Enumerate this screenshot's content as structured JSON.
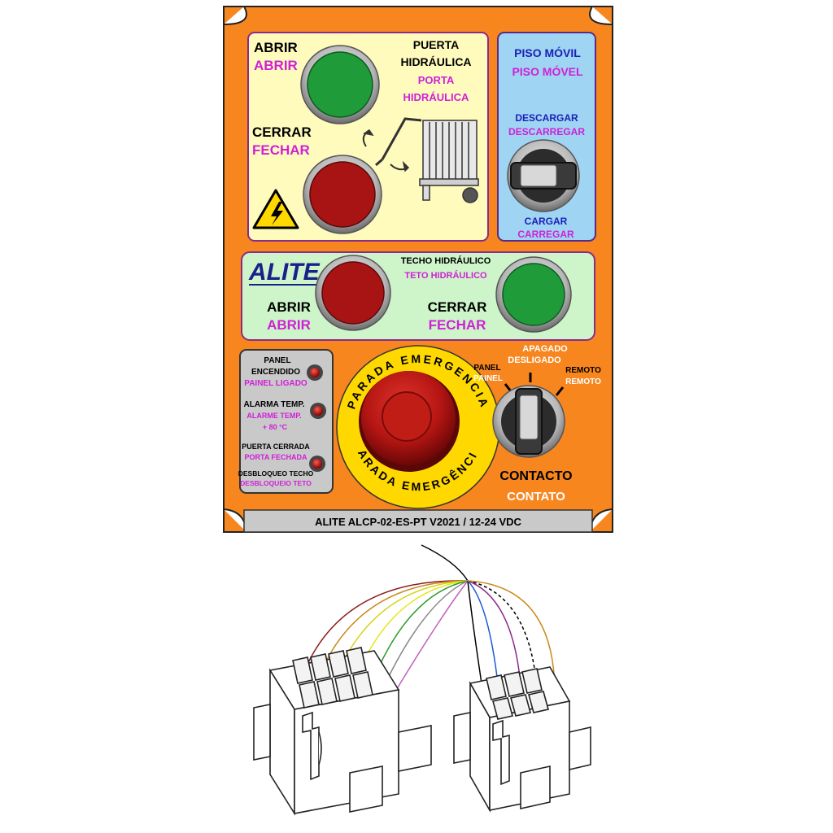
{
  "colors": {
    "panel_orange": "#f7861f",
    "door_box_yellow": "#fffbbd",
    "floor_box_blue": "#9fd4f3",
    "roof_box_green": "#cdf5c9",
    "status_box_gray": "#c9c9c9",
    "button_green": "#1f9b3a",
    "button_red": "#a81414",
    "label_black": "#000000",
    "label_magenta": "#d01fd8",
    "label_blue": "#1a1fb8",
    "label_white": "#ffffff"
  },
  "door": {
    "title_es_1": "PUERTA",
    "title_es_2": "HIDRÁULICA",
    "title_pt_1": "PORTA",
    "title_pt_2": "HIDRÁULICA",
    "open_es": "ABRIR",
    "open_pt": "ABRIR",
    "close_es": "CERRAR",
    "close_pt": "FECHAR",
    "warning_icon": "high-voltage-warning-icon"
  },
  "floor": {
    "title_es": "PISO MÓVIL",
    "title_pt": "PISO MÓVEL",
    "unload_es": "DESCARGAR",
    "unload_pt": "DESCARREGAR",
    "load_es": "CARGAR",
    "load_pt": "CARREGAR"
  },
  "roof": {
    "logo": "ALITE",
    "title_es": "TECHO HIDRÁULICO",
    "title_pt": "TETO HIDRÁULICO",
    "open_es": "ABRIR",
    "open_pt": "ABRIR",
    "close_es": "CERRAR",
    "close_pt": "FECHAR"
  },
  "status": {
    "panel_on_es_1": "PANEL",
    "panel_on_es_2": "ENCENDIDO",
    "panel_on_pt": "PAINEL LIGADO",
    "alarm_es": "ALARMA TEMP.",
    "alarm_pt": "ALARME TEMP.",
    "alarm_value": "+ 80 °C",
    "door_closed_es": "PUERTA CERRADA",
    "door_closed_pt": "PORTA FECHADA",
    "roof_unlock_es": "DESBLOQUEO TECHO",
    "roof_unlock_pt": "DESBLOQUEIO TETO"
  },
  "emergency": {
    "ring_text_es": "PARADA EMERGENCIA",
    "ring_text_pt": "PARADA EMERGÊNCIA"
  },
  "ignition": {
    "panel_es": "PANEL",
    "panel_pt": "PAINEL",
    "off_es": "APAGADO",
    "off_pt": "DESLIGADO",
    "remote_es": "REMOTO",
    "remote_pt": "REMOTO",
    "contact_es": "CONTACTO",
    "contact_pt": "CONTATO"
  },
  "footer": {
    "model": "ALITE ALCP-02-ES-PT V2021 / 12-24 VDC"
  }
}
